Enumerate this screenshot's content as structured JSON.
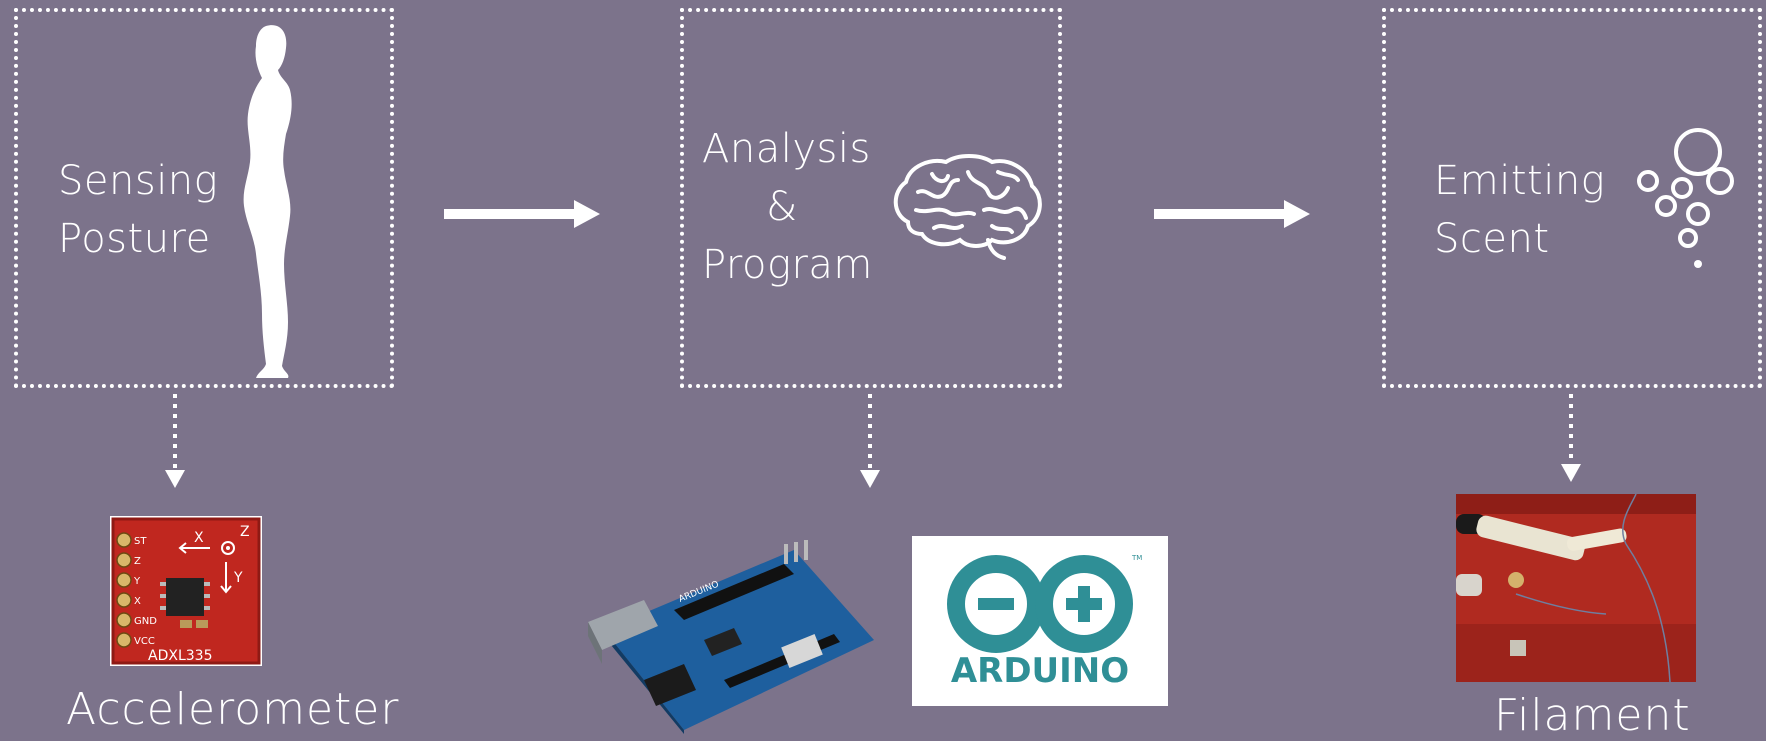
{
  "stages": [
    {
      "id": "sensing",
      "lines": [
        "Sensing",
        "Posture"
      ],
      "icon": "human-silhouette-icon"
    },
    {
      "id": "analysis",
      "lines": [
        "Analysis",
        "&",
        "Program"
      ],
      "icon": "brain-icon"
    },
    {
      "id": "emitting",
      "lines": [
        "Emitting",
        "Scent"
      ],
      "icon": "bubbles-icon"
    }
  ],
  "components": {
    "accelerometer": {
      "caption": "Accelerometer",
      "pins": [
        "ST",
        "Z",
        "Y",
        "X",
        "GND",
        "VCC"
      ],
      "chip_label": "ADXL335",
      "axis_labels": [
        "X",
        "Y",
        "Z"
      ]
    },
    "arduino": {
      "logo_text": "ARDUINO",
      "tm": "TM",
      "board_name": "ARDUINO"
    },
    "filament": {
      "caption": "Filament"
    }
  },
  "colors": {
    "background": "#7c738b",
    "foreground": "#ffffff",
    "arduino_teal": "#2f8f96",
    "pcb_red": "#c0271f",
    "board_blue": "#1e5f9e"
  }
}
